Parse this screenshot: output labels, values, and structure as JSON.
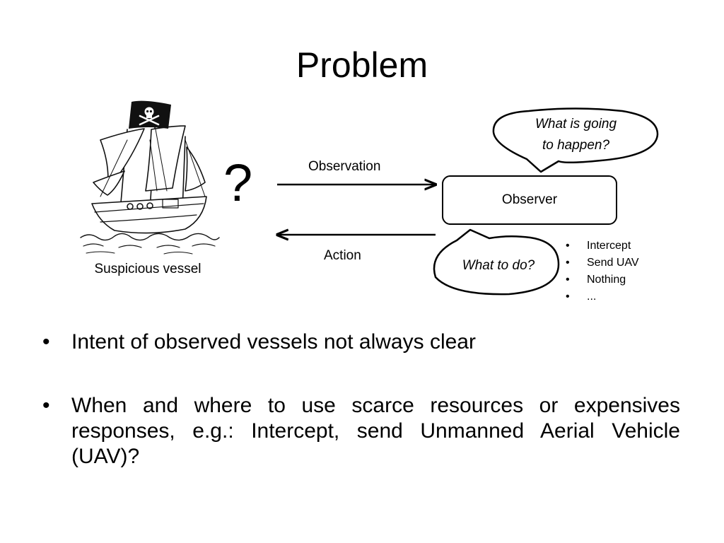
{
  "slide": {
    "title": "Problem"
  },
  "diagram": {
    "vessel_label": "Suspicious vessel",
    "question_mark": "?",
    "observation_label": "Observation",
    "action_label": "Action",
    "observer_label": "Observer",
    "thought_bubble": {
      "line1": "What is going",
      "line2": "to happen?"
    },
    "action_bubble": "What to do?",
    "options": [
      "Intercept",
      "Send UAV",
      "Nothing",
      "..."
    ]
  },
  "bullets": [
    "Intent of observed vessels not always clear",
    "When and where to use scarce resources or expensives responses, e.g.: Intercept, send Unmanned Aerial Vehicle (UAV)?"
  ]
}
